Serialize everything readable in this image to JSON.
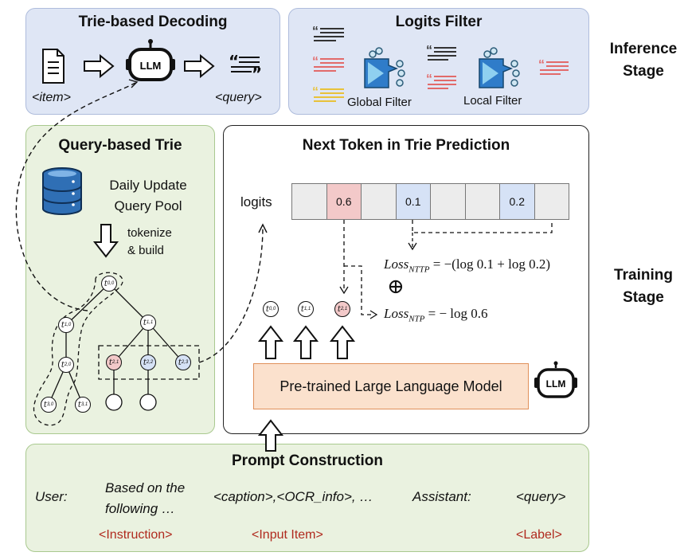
{
  "inference": {
    "trie_decoding": {
      "title": "Trie-based Decoding",
      "item_label": "<item>",
      "query_label": "<query>",
      "llm_badge": "LLM"
    },
    "logits_filter": {
      "title": "Logits Filter",
      "global_label": "Global Filter",
      "local_label": "Local Filter"
    },
    "stage_label_1": "Inference",
    "stage_label_2": "Stage"
  },
  "training": {
    "stage_label_1": "Training",
    "stage_label_2": "Stage",
    "query_trie": {
      "title": "Query-based Trie",
      "pool_line1": "Daily Update",
      "pool_line2": "Query Pool",
      "build_line1": "tokenize",
      "build_line2": "& build",
      "nodes": [
        {
          "id": "n00",
          "label": "t",
          "sub": "0,0"
        },
        {
          "id": "n10",
          "label": "t",
          "sub": "1,0"
        },
        {
          "id": "n11",
          "label": "t",
          "sub": "1,1"
        },
        {
          "id": "n20",
          "label": "t",
          "sub": "2,0"
        },
        {
          "id": "n21",
          "label": "t",
          "sub": "2,1"
        },
        {
          "id": "n22",
          "label": "t",
          "sub": "2,2"
        },
        {
          "id": "n23",
          "label": "t",
          "sub": "2,3"
        },
        {
          "id": "n30",
          "label": "t",
          "sub": "3,0"
        },
        {
          "id": "n31",
          "label": "t",
          "sub": "3,1"
        }
      ]
    },
    "next_token": {
      "title": "Next Token in Trie Prediction",
      "logits_label": "logits",
      "cells": [
        "",
        "0.6",
        "",
        "0.1",
        "",
        "",
        "0.2",
        ""
      ],
      "loss_nttp": "Loss",
      "loss_nttp_sub": "NTTP",
      "loss_nttp_eq": " = −(log 0.1 + log 0.2)",
      "plus": "⊕",
      "loss_ntp": "Loss",
      "loss_ntp_sub": "NTP",
      "loss_ntp_eq": " = − log 0.6",
      "tokens": [
        {
          "label": "t",
          "sub": "0,0"
        },
        {
          "label": "t",
          "sub": "1,1"
        },
        {
          "label": "t",
          "sub": "2,1"
        }
      ],
      "model_label": "Pre-trained Large Language Model",
      "llm_badge": "LLM"
    }
  },
  "prompt": {
    "title": "Prompt Construction",
    "user": "User:",
    "instruction_line1": "Based on the",
    "instruction_line2": "following …",
    "input_item": "<caption>,<OCR_info>, …",
    "assistant": "Assistant:",
    "query": "<query>",
    "tag_instruction": "<Instruction>",
    "tag_input": "<Input Item>",
    "tag_label": "<Label>"
  },
  "colors": {
    "accent_red": "#b02a1e",
    "highlight_red": "#f3c9c9",
    "highlight_blue": "#d6e2f6",
    "llm_orange": "#fbe1cd"
  }
}
